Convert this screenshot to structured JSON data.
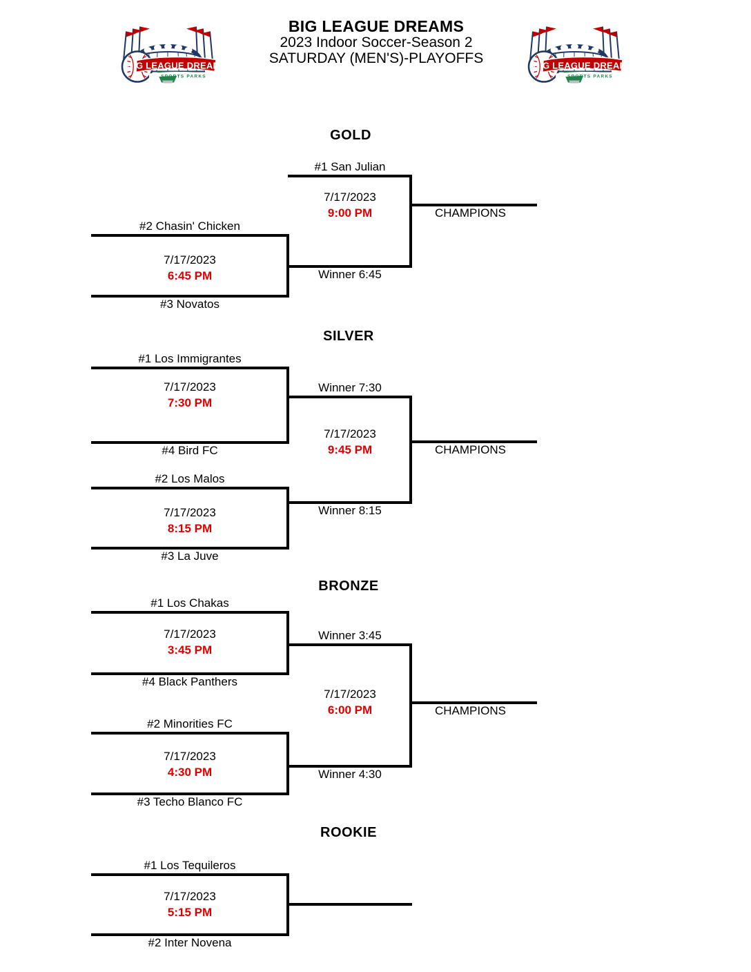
{
  "header": {
    "title": "BIG LEAGUE DREAMS",
    "subtitle1": "2023 Indoor Soccer-Season 2",
    "subtitle2": "SATURDAY (MEN'S)-PLAYOFFS",
    "logo_text_main": "BIG LEAGUE DREAMS",
    "logo_text_sub": "SPORTS PARKS"
  },
  "colors": {
    "time_red": "#DD0000",
    "text_black": "#000000",
    "logo_navy": "#1F3864",
    "logo_red": "#C00000",
    "logo_green": "#1E8449",
    "bracket_line": "#000000"
  },
  "divisions": [
    {
      "name": "GOLD",
      "round1": [
        {
          "top_team": "#2 Chasin' Chicken",
          "bottom_team": "#3 Novatos",
          "date": "7/17/2023",
          "time": "6:45 PM"
        }
      ],
      "round2": [
        {
          "top_team": "#1 San Julian",
          "bottom_team": "Winner 6:45",
          "date": "7/17/2023",
          "time": "9:00 PM"
        }
      ],
      "champions_label": "CHAMPIONS"
    },
    {
      "name": "SILVER",
      "round1": [
        {
          "top_team": "#1 Los Immigrantes",
          "bottom_team": "#4 Bird FC",
          "date": "7/17/2023",
          "time": "7:30 PM"
        },
        {
          "top_team": "#2 Los Malos",
          "bottom_team": "#3 La Juve",
          "date": "7/17/2023",
          "time": "8:15 PM"
        }
      ],
      "round2": [
        {
          "top_team": "Winner 7:30",
          "bottom_team": "Winner 8:15",
          "date": "7/17/2023",
          "time": "9:45 PM"
        }
      ],
      "champions_label": "CHAMPIONS"
    },
    {
      "name": "BRONZE",
      "round1": [
        {
          "top_team": "#1 Los Chakas",
          "bottom_team": "#4 Black Panthers",
          "date": "7/17/2023",
          "time": "3:45 PM"
        },
        {
          "top_team": "#2 Minorities FC",
          "bottom_team": "#3 Techo Blanco FC",
          "date": "7/17/2023",
          "time": "4:30 PM"
        }
      ],
      "round2": [
        {
          "top_team": "Winner 3:45",
          "bottom_team": "Winner 4:30",
          "date": "7/17/2023",
          "time": "6:00 PM"
        }
      ],
      "champions_label": "CHAMPIONS"
    },
    {
      "name": "ROOKIE",
      "round1": [
        {
          "top_team": "#1 Los Tequileros",
          "bottom_team": "#2 Inter Novena",
          "date": "7/17/2023",
          "time": "5:15 PM"
        }
      ],
      "round2": [],
      "champions_label": ""
    }
  ]
}
